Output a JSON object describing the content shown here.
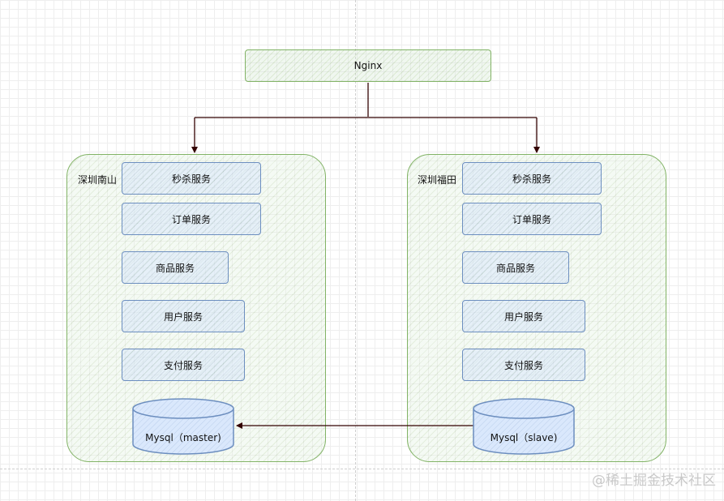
{
  "nginx": {
    "label": "Nginx"
  },
  "regions": [
    {
      "label": "深圳南山",
      "services": [
        "秒杀服务",
        "订单服务",
        "商品服务",
        "用户服务",
        "支付服务"
      ],
      "database": "Mysql（master)"
    },
    {
      "label": "深圳福田",
      "services": [
        "秒杀服务",
        "订单服务",
        "商品服务",
        "用户服务",
        "支付服务"
      ],
      "database": "Mysql（slave)"
    }
  ],
  "watermark": "@稀土掘金技术社区",
  "colors": {
    "green_stroke": "#82b366",
    "blue_stroke": "#6c8ebf",
    "arrow": "#330000"
  }
}
